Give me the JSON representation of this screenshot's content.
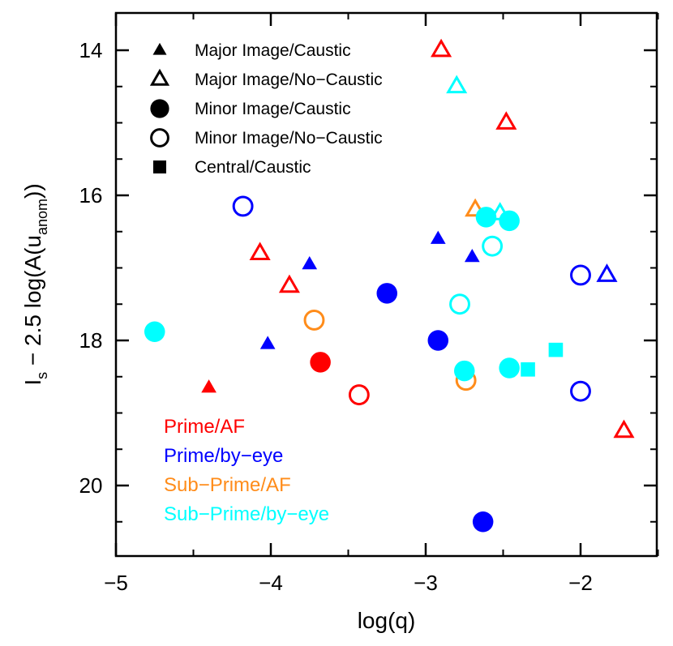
{
  "chart_data": {
    "type": "scatter",
    "xlabel": "log(q)",
    "ylabel": {
      "main": "I",
      "sub1": "s",
      "mid": " − 2.5 log(A(u",
      "sub2": "anom",
      "end": "))"
    },
    "xlim": [
      -5,
      -1.5
    ],
    "ylim": [
      21,
      13.3
    ],
    "y_inverted": true,
    "xticks": [
      -5,
      -4,
      -3,
      -2
    ],
    "xtick_labels": [
      "−5",
      "−4",
      "−3",
      "−2"
    ],
    "yticks": [
      14,
      16,
      18,
      20
    ],
    "ytick_labels": [
      "14",
      "16",
      "18",
      "20"
    ],
    "grid": false,
    "shape_legend": [
      {
        "marker": "triangle",
        "filled": true,
        "label": "Major Image/Caustic"
      },
      {
        "marker": "triangle",
        "filled": false,
        "label": "Major Image/No−Caustic"
      },
      {
        "marker": "circle",
        "filled": true,
        "label": "Minor Image/Caustic"
      },
      {
        "marker": "circle",
        "filled": false,
        "label": "Minor Image/No−Caustic"
      },
      {
        "marker": "square",
        "filled": true,
        "label": "Central/Caustic"
      }
    ],
    "series": [
      {
        "name": "Prime/AF",
        "color": "#ff0000",
        "points": [
          {
            "x": -2.9,
            "y": 14.0,
            "marker": "triangle",
            "filled": false
          },
          {
            "x": -2.48,
            "y": 15.0,
            "marker": "triangle",
            "filled": false
          },
          {
            "x": -4.07,
            "y": 16.8,
            "marker": "triangle",
            "filled": false
          },
          {
            "x": -3.88,
            "y": 17.25,
            "marker": "triangle",
            "filled": false
          },
          {
            "x": -1.72,
            "y": 19.25,
            "marker": "triangle",
            "filled": false
          },
          {
            "x": -4.4,
            "y": 18.65,
            "marker": "triangle",
            "filled": true
          },
          {
            "x": -3.68,
            "y": 18.3,
            "marker": "circle",
            "filled": true
          },
          {
            "x": -3.43,
            "y": 18.75,
            "marker": "circle",
            "filled": false
          }
        ]
      },
      {
        "name": "Prime/by−eye",
        "color": "#0000ff",
        "points": [
          {
            "x": -4.18,
            "y": 16.15,
            "marker": "circle",
            "filled": false
          },
          {
            "x": -3.75,
            "y": 16.95,
            "marker": "triangle",
            "filled": true
          },
          {
            "x": -4.02,
            "y": 18.05,
            "marker": "triangle",
            "filled": true
          },
          {
            "x": -2.92,
            "y": 16.6,
            "marker": "triangle",
            "filled": true
          },
          {
            "x": -2.7,
            "y": 16.85,
            "marker": "triangle",
            "filled": true
          },
          {
            "x": -3.25,
            "y": 17.35,
            "marker": "circle",
            "filled": true
          },
          {
            "x": -2.92,
            "y": 18.0,
            "marker": "circle",
            "filled": true
          },
          {
            "x": -2.63,
            "y": 20.5,
            "marker": "circle",
            "filled": true
          },
          {
            "x": -2.0,
            "y": 17.1,
            "marker": "circle",
            "filled": false
          },
          {
            "x": -1.83,
            "y": 17.1,
            "marker": "triangle",
            "filled": false
          },
          {
            "x": -2.0,
            "y": 18.7,
            "marker": "circle",
            "filled": false
          }
        ]
      },
      {
        "name": "Sub−Prime/AF",
        "color": "#ff8c1a",
        "points": [
          {
            "x": -2.68,
            "y": 16.2,
            "marker": "triangle",
            "filled": false
          },
          {
            "x": -3.72,
            "y": 17.72,
            "marker": "circle",
            "filled": false
          },
          {
            "x": -2.74,
            "y": 18.55,
            "marker": "circle",
            "filled": false
          }
        ]
      },
      {
        "name": "Sub−Prime/by−eye",
        "color": "#00ffff",
        "points": [
          {
            "x": -2.8,
            "y": 14.5,
            "marker": "triangle",
            "filled": false
          },
          {
            "x": -2.52,
            "y": 16.25,
            "marker": "triangle",
            "filled": false
          },
          {
            "x": -2.61,
            "y": 16.3,
            "marker": "circle",
            "filled": true
          },
          {
            "x": -2.46,
            "y": 16.35,
            "marker": "circle",
            "filled": true
          },
          {
            "x": -2.57,
            "y": 16.7,
            "marker": "circle",
            "filled": false
          },
          {
            "x": -2.78,
            "y": 17.5,
            "marker": "circle",
            "filled": false
          },
          {
            "x": -4.75,
            "y": 17.88,
            "marker": "circle",
            "filled": true
          },
          {
            "x": -2.75,
            "y": 18.42,
            "marker": "circle",
            "filled": true
          },
          {
            "x": -2.46,
            "y": 18.38,
            "marker": "circle",
            "filled": true
          },
          {
            "x": -2.34,
            "y": 18.4,
            "marker": "square",
            "filled": true
          },
          {
            "x": -2.16,
            "y": 18.13,
            "marker": "square",
            "filled": true
          }
        ]
      }
    ]
  }
}
